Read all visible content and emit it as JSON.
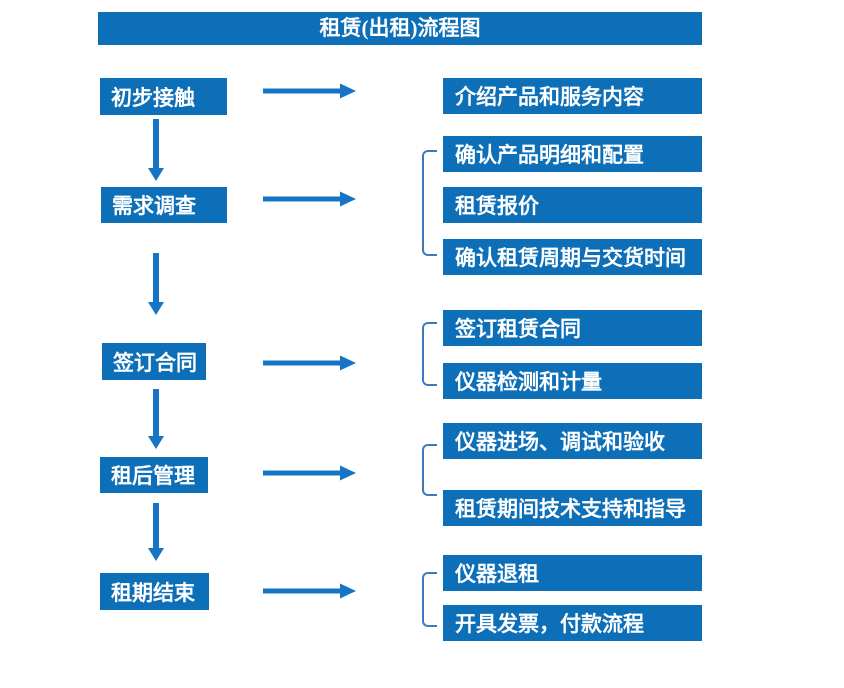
{
  "title": "租赁(出租)流程图",
  "colors": {
    "box_background": "#0d6fb8",
    "arrow": "#1574c4",
    "bracket": "#3d79bd",
    "text": "#ffffff",
    "page_background": "#ffffff"
  },
  "stages": [
    {
      "label": "初步接触",
      "details": [
        "介绍产品和服务内容"
      ]
    },
    {
      "label": "需求调查",
      "details": [
        "确认产品明细和配置",
        "租赁报价",
        "确认租赁周期与交货时间"
      ]
    },
    {
      "label": "签订合同",
      "details": [
        "签订租赁合同",
        "仪器检测和计量"
      ]
    },
    {
      "label": "租后管理",
      "details": [
        "仪器进场、调试和验收",
        "租赁期间技术支持和指导"
      ]
    },
    {
      "label": "租期结束",
      "details": [
        "仪器退租",
        "开具发票，付款流程"
      ]
    }
  ]
}
